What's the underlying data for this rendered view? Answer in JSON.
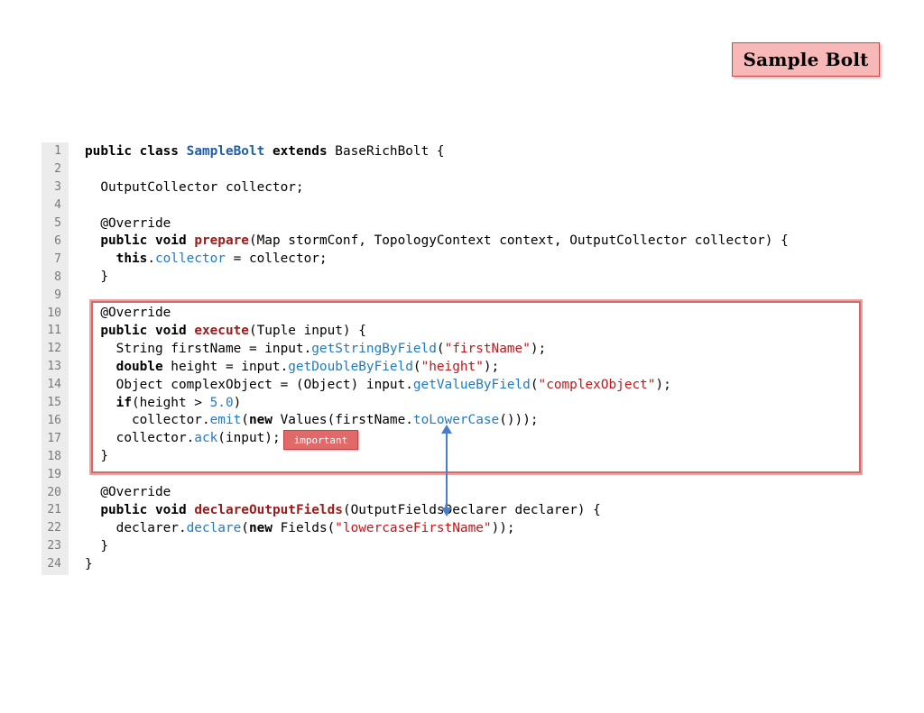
{
  "title": "Sample Bolt",
  "badge": "important",
  "colors": {
    "title_bg": "#f8b8b8",
    "title_border": "#c44a4a",
    "highlight_border": "#d46a6a",
    "badge_bg": "#e06a6a",
    "arrow": "#4a7fc8",
    "keyword_class": "#1f5fa8",
    "method": "#1f7bbf",
    "string": "#c0161a",
    "gutter_bg": "#ececec"
  },
  "code_lines": [
    {
      "num": "1",
      "text": "public class SampleBolt extends BaseRichBolt {"
    },
    {
      "num": "2",
      "text": ""
    },
    {
      "num": "3",
      "text": "  OutputCollector collector;"
    },
    {
      "num": "4",
      "text": ""
    },
    {
      "num": "5",
      "text": "  @Override"
    },
    {
      "num": "6",
      "text": "  public void prepare(Map stormConf, TopologyContext context, OutputCollector collector) {"
    },
    {
      "num": "7",
      "text": "    this.collector = collector;"
    },
    {
      "num": "8",
      "text": "  }"
    },
    {
      "num": "9",
      "text": ""
    },
    {
      "num": "10",
      "text": "  @Override"
    },
    {
      "num": "11",
      "text": "  public void execute(Tuple input) {"
    },
    {
      "num": "12",
      "text": "    String firstName = input.getStringByField(\"firstName\");"
    },
    {
      "num": "13",
      "text": "    double height = input.getDoubleByField(\"height\");"
    },
    {
      "num": "14",
      "text": "    Object complexObject = (Object) input.getValueByField(\"complexObject\");"
    },
    {
      "num": "15",
      "text": "    if(height > 5.0)"
    },
    {
      "num": "16",
      "text": "      collector.emit(new Values(firstName.toLowerCase()));"
    },
    {
      "num": "17",
      "text": "    collector.ack(input);"
    },
    {
      "num": "18",
      "text": "  }"
    },
    {
      "num": "19",
      "text": ""
    },
    {
      "num": "20",
      "text": "  @Override"
    },
    {
      "num": "21",
      "text": "  public void declareOutputFields(OutputFieldsDeclarer declarer) {"
    },
    {
      "num": "22",
      "text": "    declarer.declare(new Fields(\"lowercaseFirstName\"));"
    },
    {
      "num": "23",
      "text": "  }"
    },
    {
      "num": "24",
      "text": "}"
    }
  ]
}
